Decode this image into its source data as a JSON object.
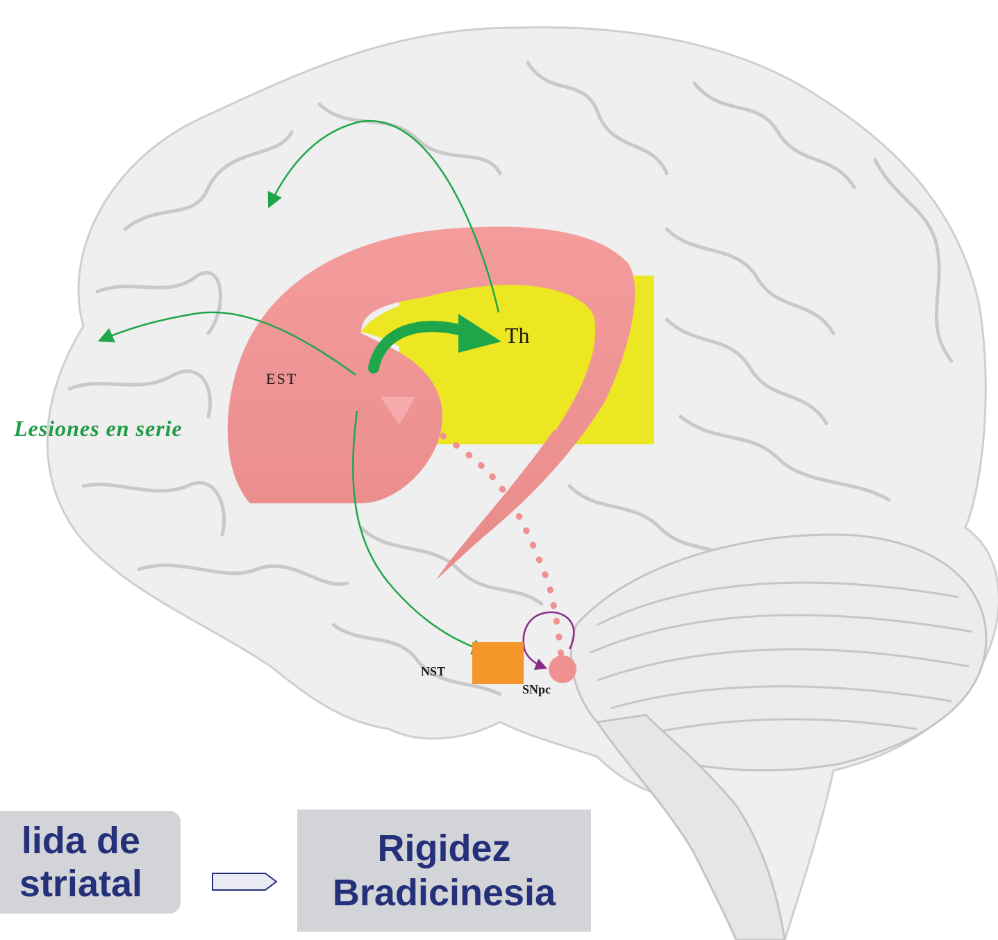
{
  "diagram": {
    "labels": {
      "thalamus": "Th",
      "striatum": "EST",
      "lesions": "Lesiones en serie",
      "subthalamic": "NST",
      "substantia_nigra": "SNpc"
    },
    "boxes": {
      "left_line1": "lida de",
      "left_line2": "striatal",
      "right_line1": "Rigidez",
      "right_line2": "Bradicinesia"
    },
    "colors": {
      "striatum": "#f09191",
      "thalamus": "#ece623",
      "nst": "#f4962a",
      "green_pathway": "#1fa64a",
      "purple_loop": "#8a2b8a",
      "box_text": "#25307a",
      "box_bg": "#d3d4d8"
    }
  }
}
